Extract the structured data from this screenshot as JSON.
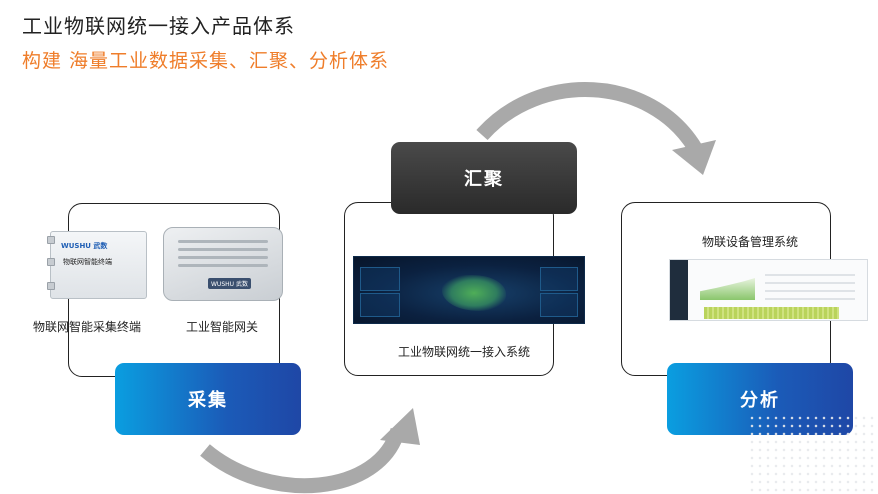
{
  "header": {
    "title": "工业物联网统一接入产品体系",
    "subtitle": "构建  海量工业数据采集、汇聚、分析体系"
  },
  "stages": {
    "collect": {
      "label": "采集",
      "devices": [
        {
          "caption": "物联网智能采集终端",
          "device_label": "物联网智能终端",
          "brand": "WUSHU 武数"
        },
        {
          "caption": "工业智能网关",
          "device_label": "WUSHU 武数"
        }
      ]
    },
    "aggregate": {
      "label": "汇聚",
      "caption": "工业物联网统一接入系统"
    },
    "analyze": {
      "label": "分析",
      "caption": "物联设备管理系统"
    }
  },
  "colors": {
    "accent_orange": "#ef7d2a",
    "pill_blue_start": "#0a9ee0",
    "pill_blue_end": "#1f47a6",
    "pill_dark": "#333333",
    "arrow_gray": "#a9a9a9"
  }
}
